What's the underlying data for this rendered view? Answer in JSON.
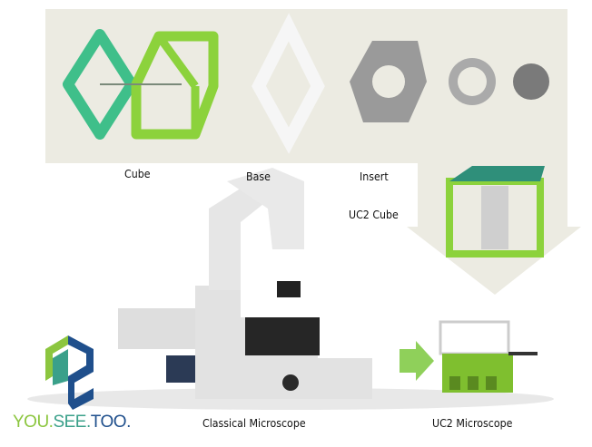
{
  "labels": {
    "cube": "Cube",
    "base": "Base",
    "insert": "Insert",
    "uc2_cube": "UC2 Cube",
    "classical_microscope": "Classical Microscope",
    "uc2_microscope": "UC2 Microscope"
  },
  "logo": {
    "part1": "YOU.",
    "part2": "SEE.",
    "part3": "TOO."
  },
  "colors": {
    "panel": "#ecebe2",
    "green": "#8cd23c",
    "teal": "#3fbf8a",
    "arrow": "#8fd05a",
    "navy": "#1f4f8c"
  }
}
